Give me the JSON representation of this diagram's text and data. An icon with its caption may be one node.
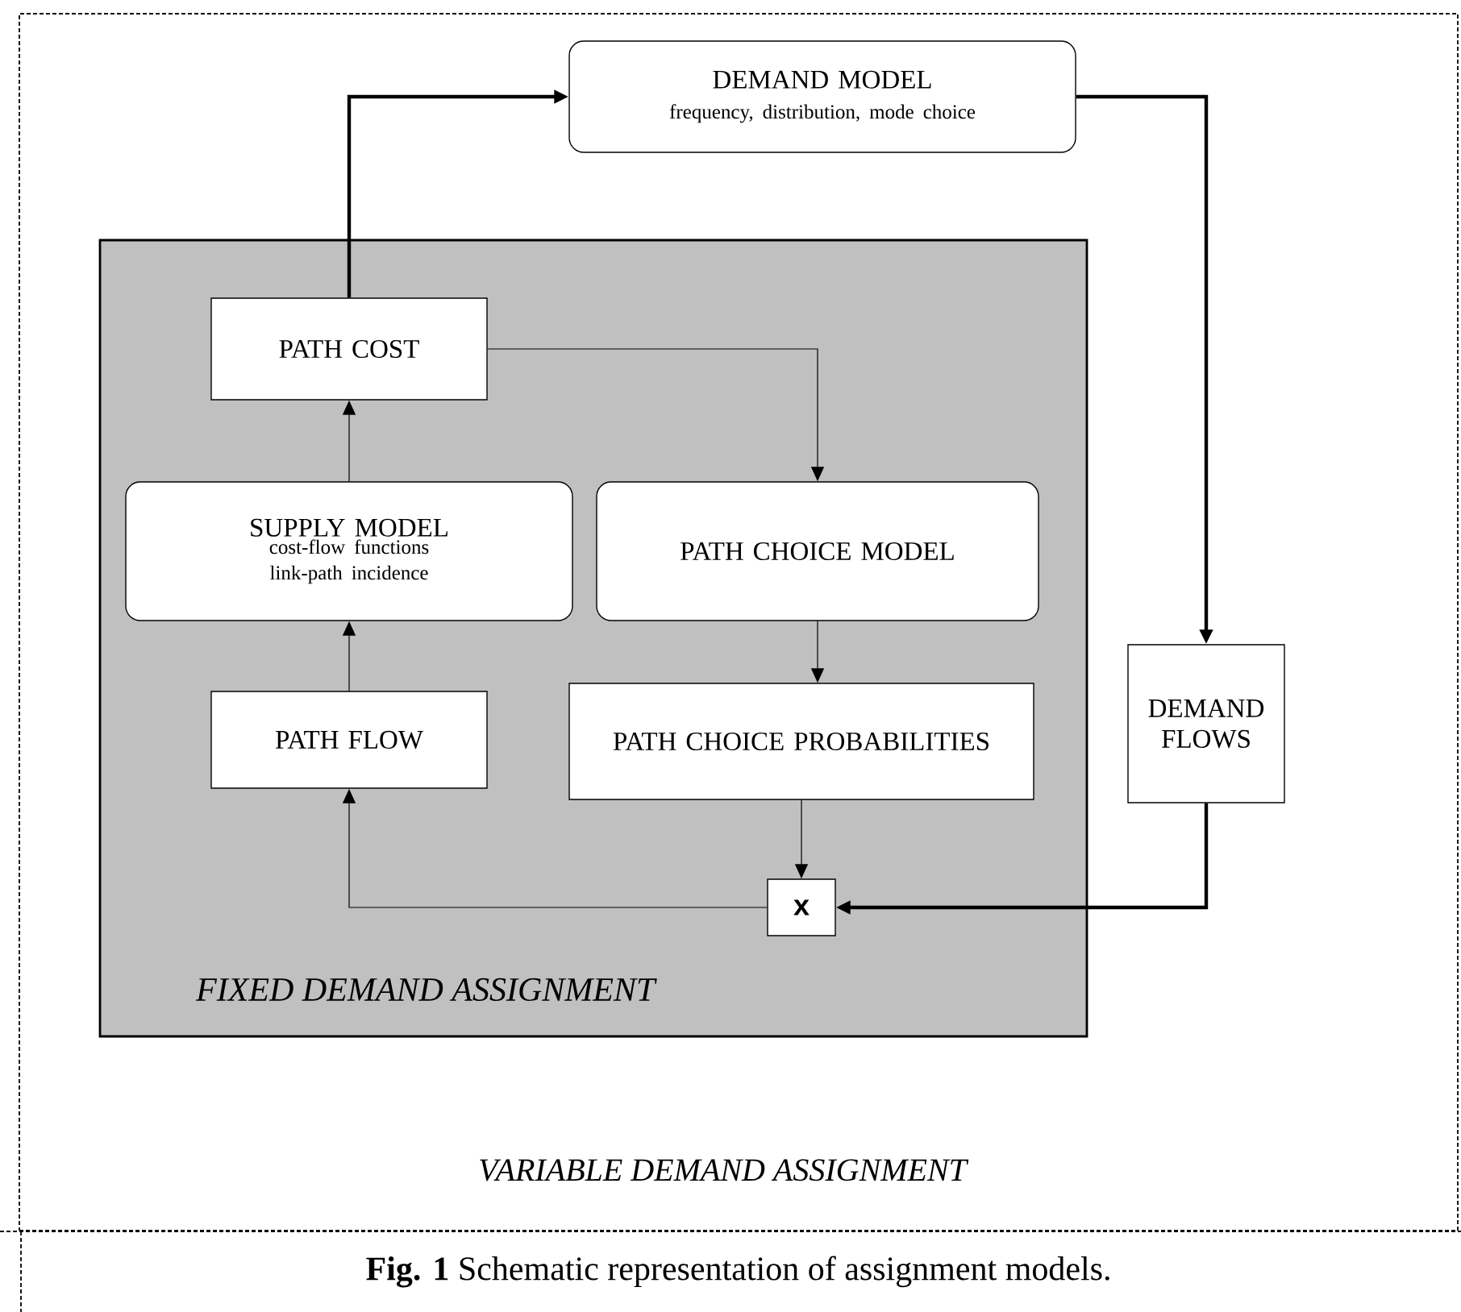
{
  "diagram": {
    "caption": "**Fig. 1** Schematic representation of assignment models.",
    "nodes": [
      {
        "text": [
          "VARIABLE  DEMAND ASSIGNMENT"
        ]
      },
      {
        "text": [
          "FIXED DEMAND ASSIGNMENT"
        ],
        "in": 0
      },
      {
        "text": [
          "DEMAND MODEL",
          "frequency, distribution, mode choice"
        ],
        "in": 0
      },
      {
        "text": [
          "PATH COST"
        ],
        "in": 1
      },
      {
        "text": [
          "SUPPLY MODEL",
          "cost-flow functions link-path incidence"
        ],
        "in": 1
      },
      {
        "text": [
          "PATH CHOICE MODEL"
        ],
        "in": 1
      },
      {
        "text": [
          "PATH FLOW"
        ],
        "in": 1
      },
      {
        "text": [
          "PATH CHOICE PROBABILITIES"
        ],
        "in": 1
      },
      {
        "text": [
          "x"
        ],
        "in": 1
      },
      {
        "text": [
          "DEMAND FLOWS"
        ],
        "in": 0
      }
    ],
    "edges": [
      {
        "from": 3,
        "to": 2,
        "arrow": "to",
        "style": "thick"
      },
      {
        "from": 2,
        "to": 9,
        "arrow": "to",
        "style": "thick"
      },
      {
        "from": 3,
        "to": 5,
        "arrow": "to"
      },
      {
        "from": 4,
        "to": 3,
        "arrow": "to"
      },
      {
        "from": 6,
        "to": 4,
        "arrow": "to"
      },
      {
        "from": 5,
        "to": 7,
        "arrow": "to"
      },
      {
        "from": 7,
        "to": 8,
        "arrow": "to"
      },
      {
        "from": 8,
        "to": 6,
        "arrow": "to"
      },
      {
        "from": 9,
        "to": 8,
        "arrow": "to",
        "style": "thick"
      }
    ]
  }
}
